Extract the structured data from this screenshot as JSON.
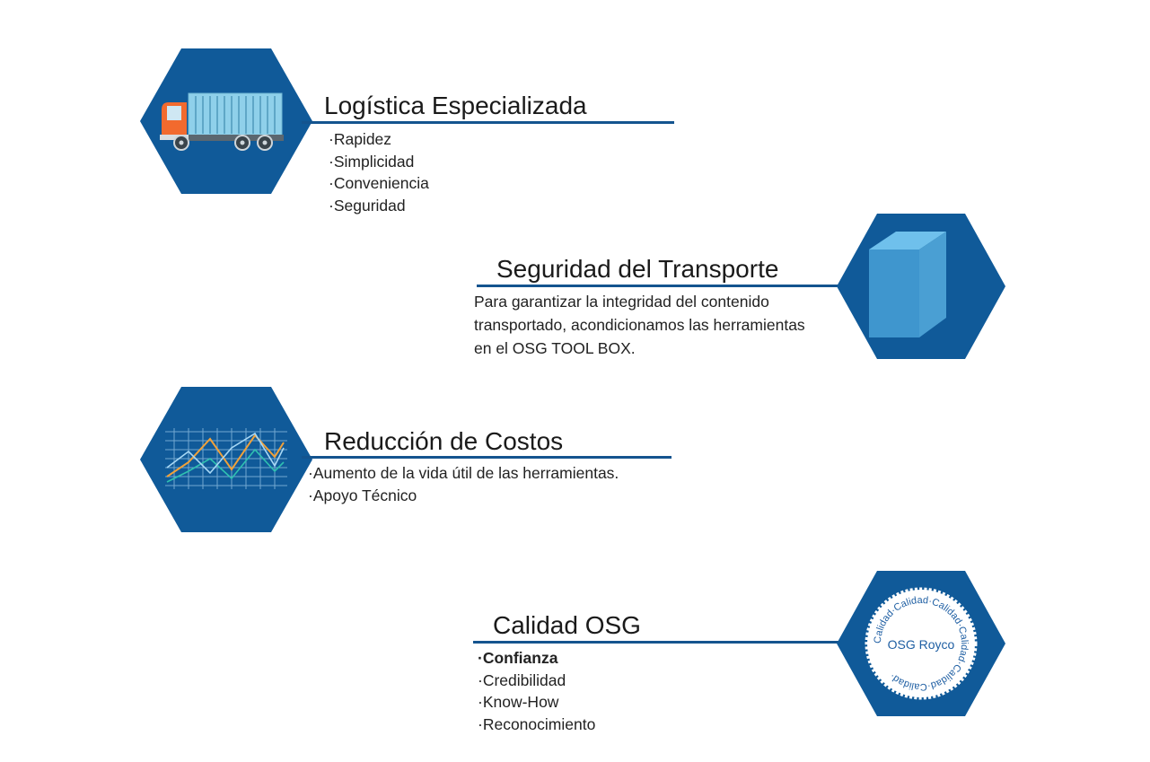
{
  "colors": {
    "hexagon": "#105a99",
    "rule": "#14548f",
    "text": "#1a1a1a"
  },
  "sections": {
    "logistica": {
      "title": "Logística Especializada",
      "icon": "truck-icon",
      "items": [
        "Rapidez",
        "Simplicidad",
        "Conveniencia",
        "Seguridad"
      ]
    },
    "seguridad": {
      "title": "Seguridad del Transporte",
      "icon": "cube-icon",
      "description": "Para garantizar la integridad del contenido transportado, acondicionamos las herramientas en el OSG TOOL BOX."
    },
    "reduccion": {
      "title": "Reducción de Costos",
      "icon": "line-chart-icon",
      "items": [
        "Aumento de la vida útil de las herramientas.",
        "Apoyo Técnico"
      ]
    },
    "calidad": {
      "title": "Calidad OSG",
      "icon": "quality-seal-icon",
      "items": [
        "Confianza",
        "Credibilidad",
        "Know-How",
        "Reconocimiento"
      ],
      "seal": {
        "center": "OSG Royco",
        "ring": "Calidad·Calidad·Calidad·Calidad·Calidad·Calidad·"
      }
    }
  }
}
